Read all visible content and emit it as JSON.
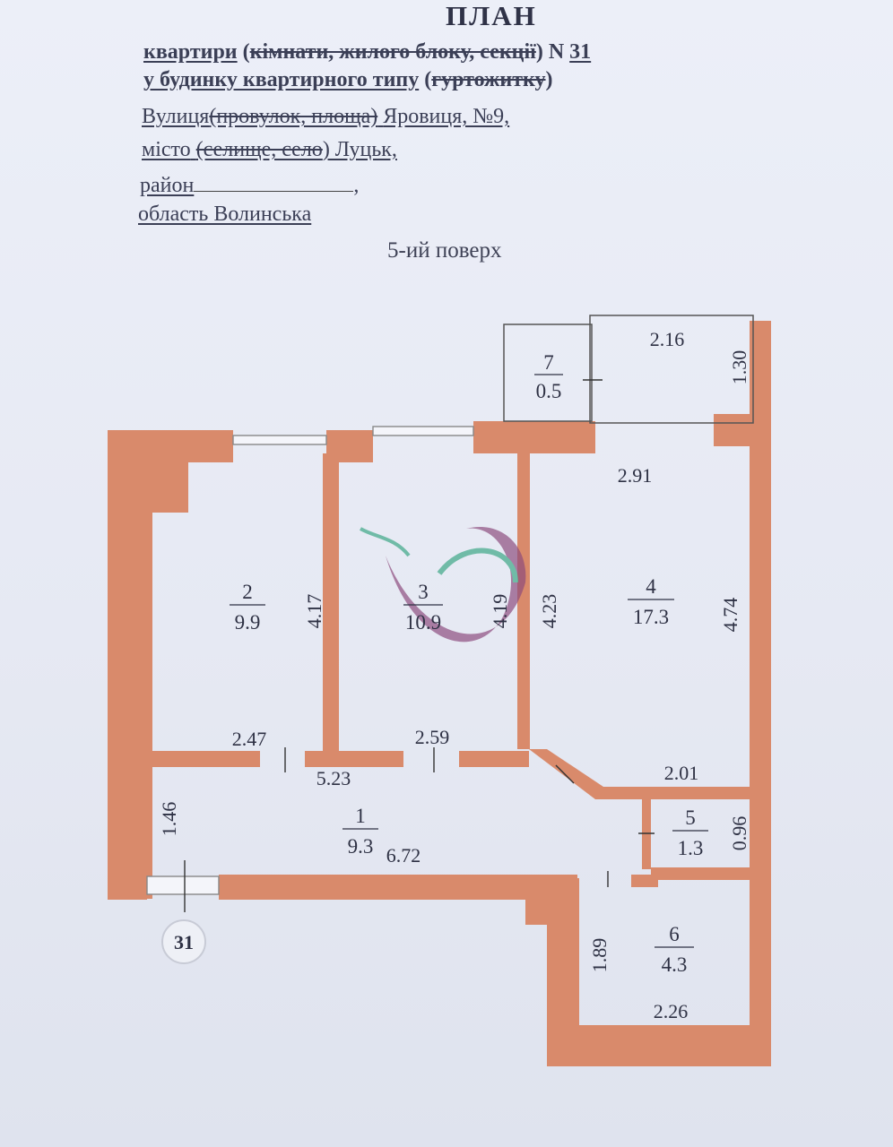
{
  "header": {
    "title": "ПЛАН",
    "line1": {
      "a": "квартири",
      "b": "(",
      "c": "кімнати, жилого блоку, секції",
      "d": ") N",
      "e": "31"
    },
    "line2": {
      "a": "у будинку квартирного типу",
      "b": "(",
      "c": "гуртожитку",
      "d": ")"
    },
    "line3": {
      "a": "Вулиця",
      "b": "(провулок, площа)",
      "c": "Яровиця, №9,"
    },
    "line4": {
      "a": "місто",
      "b": "(селище, село",
      "c": ") Луцьк,"
    },
    "line5": {
      "a": "район",
      "b": ","
    },
    "line6": "область Волинська",
    "floor": "5-ий поверх"
  },
  "plan": {
    "wall_color": "#d98a6b",
    "unit_number": "31",
    "rooms": [
      {
        "no": "2",
        "area": "9.9"
      },
      {
        "no": "3",
        "area": "10.9"
      },
      {
        "no": "4",
        "area": "17.3"
      },
      {
        "no": "1",
        "area": "9.3"
      },
      {
        "no": "5",
        "area": "1.3"
      },
      {
        "no": "6",
        "area": "4.3"
      },
      {
        "no": "7",
        "area": "0.5"
      }
    ],
    "dimensions": {
      "balcony_width": "2.16",
      "balcony_depth": "1.30",
      "room4_top": "2.91",
      "room2_height": "4.17",
      "room3_height": "4.19",
      "room4_left": "4.23",
      "room4_right": "4.74",
      "room2_width": "2.47",
      "room3_width": "2.59",
      "corridor_top": "5.23",
      "room4_bottom": "2.01",
      "corridor_height": "1.46",
      "corridor_length": "6.72",
      "room5_height": "0.96",
      "room6_height": "1.89",
      "room6_width": "2.26"
    }
  }
}
